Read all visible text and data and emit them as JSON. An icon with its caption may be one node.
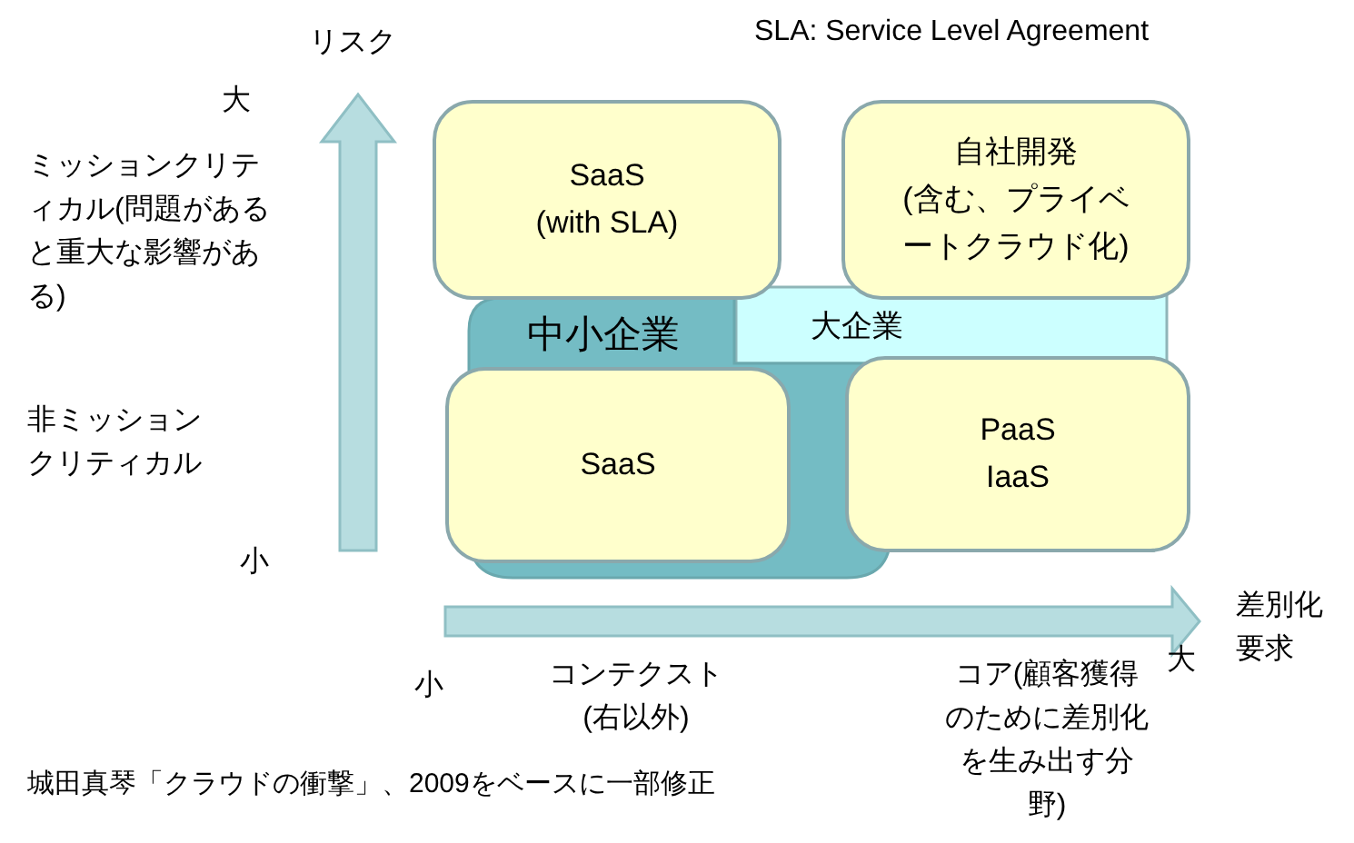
{
  "diagram": {
    "nodes": [
      {
        "text": [
          "大企業"
        ]
      },
      {
        "text": [
          "中小企業"
        ]
      },
      {
        "text": [
          "SaaS",
          "(with  SLA)"
        ]
      },
      {
        "text": [
          "自社開発",
          "(含む、プライベートクラウド化)"
        ]
      },
      {
        "text": [
          "SaaS"
        ]
      },
      {
        "text": [
          "PaaS IaaS"
        ]
      }
    ],
    "edges": [],
    "labels": [
      "SLA:  Service Level Agreement",
      "リスク",
      "大",
      "ミッションクリティカル(問題があると重大な影響がある)",
      "非ミッションクリティカル",
      "小",
      "差別化要求",
      "大",
      "小",
      "コンテクスト(右以外)",
      "コア(顧客獲得のために差別化を生み出す分野)",
      "城田真琴「クラウドの衝撃」、2009をベースに一部修正"
    ]
  }
}
